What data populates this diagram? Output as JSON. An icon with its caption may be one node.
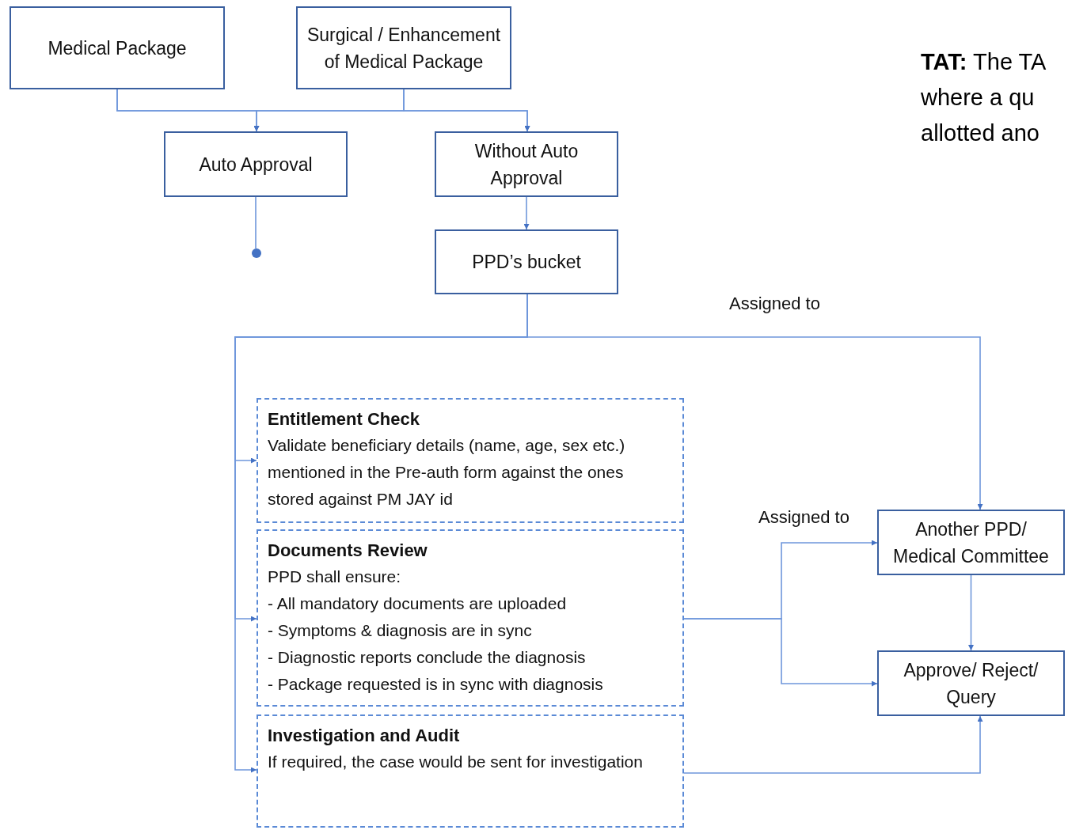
{
  "diagram": {
    "nodes": [
      {
        "text": [
          "Medical Package"
        ]
      },
      {
        "text": [
          "Surgical / Enhancement of Medical Package"
        ]
      },
      {
        "text": [
          "Auto Approval"
        ]
      },
      {
        "text": [
          "Without Auto Approval"
        ]
      },
      {
        "text": [],
        "shape": "circle"
      },
      {
        "text": [
          "PPD’s bucket"
        ]
      },
      {
        "text": [
          "Entitlement Check",
          "Validate beneficiary details (name, age, sex etc.) mentioned in the Pre-auth form against the ones stored against PM JAY id"
        ]
      },
      {
        "text": [
          "Documents Review",
          "PPD shall ensure:",
          "- All mandatory documents are uploaded",
          "- Symptoms & diagnosis are in sync",
          "- Diagnostic reports conclude the diagnosis",
          "- Package requested is in sync with diagnosis"
        ]
      },
      {
        "text": [
          "Investigation and Audit",
          "If required, the case would be sent for investigation"
        ]
      },
      {
        "text": [
          "Another PPD/ Medical Committee"
        ]
      },
      {
        "text": [
          "Approve/ Reject/ Query"
        ]
      }
    ],
    "edges": [
      {
        "from": 0,
        "to": 2,
        "arrow": "to"
      },
      {
        "from": 0,
        "to": 3,
        "arrow": "to"
      },
      {
        "from": 1,
        "to": 2,
        "arrow": "to"
      },
      {
        "from": 1,
        "to": 3,
        "arrow": "to"
      },
      {
        "from": 2,
        "to": 4,
        "arrow": "none"
      },
      {
        "from": 3,
        "to": 5,
        "arrow": "to"
      },
      {
        "from": 5,
        "to": 6,
        "arrow": "to"
      },
      {
        "from": 5,
        "to": 7,
        "arrow": "to"
      },
      {
        "from": 5,
        "to": 8,
        "arrow": "to"
      },
      {
        "from": 5,
        "to": 9,
        "arrow": "to",
        "label": "Assigned to"
      },
      {
        "from": 7,
        "to": 9,
        "arrow": "to",
        "label": "Assigned to"
      },
      {
        "from": 7,
        "to": 10,
        "arrow": "to"
      },
      {
        "from": 9,
        "to": 10,
        "arrow": "to"
      },
      {
        "from": 8,
        "to": 10,
        "arrow": "to"
      }
    ],
    "labels": [
      "**TAT:** The TA where a qu allotted ano"
    ]
  }
}
